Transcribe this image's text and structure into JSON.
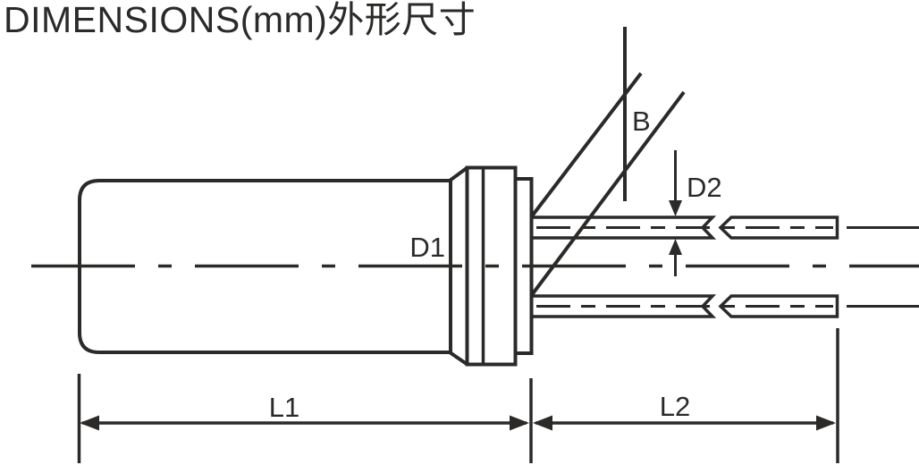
{
  "title": "DIMENSIONS(mm)外形尺寸",
  "colors": {
    "line": "#2b2a29",
    "background": "#ffffff"
  },
  "labels": {
    "d1": "D1",
    "d2": "D2",
    "b": "B",
    "l1": "L1",
    "l2": "L2"
  }
}
